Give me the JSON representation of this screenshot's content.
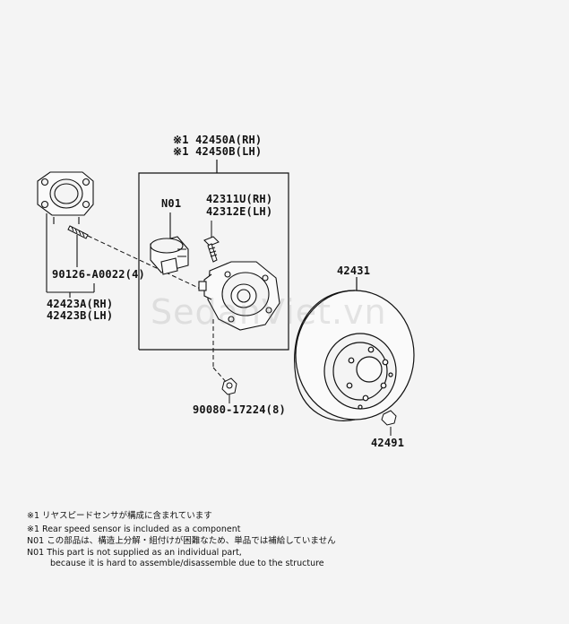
{
  "labels": {
    "assembly_rh": "※1 42450A(RH)",
    "assembly_lh": "※1 42450B(LH)",
    "n01": "N01",
    "bolt_rh": "42311U(RH)",
    "bolt_lh": "42312E(LH)",
    "stud": "90126-A0022(4)",
    "carrier_rh": "42423A(RH)",
    "carrier_lh": "42423B(LH)",
    "disc": "42431",
    "nut": "90080-17224(8)",
    "plug": "42491"
  },
  "watermark": "SedanViet.vn",
  "notes": {
    "line1": "※1 リヤスピードセンサが構成に含まれています",
    "line2": "※1 Rear speed sensor is included as a component",
    "line3": "N01 この部品は、構造上分解・組付けが困難なため、単品では補給していません",
    "line4": "N01 This part is not supplied as an individual part,",
    "line5": "because it is hard to assemble/disassemble due to the structure"
  }
}
